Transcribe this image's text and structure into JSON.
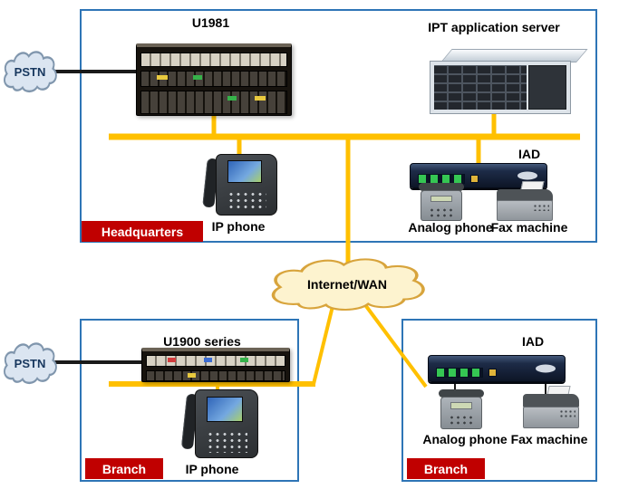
{
  "colors": {
    "wire_yellow": "#FFC000",
    "wire_black": "#1A1A1A",
    "zone_border_blue": "#2E75B6",
    "badge_bg": "#C00000",
    "badge_text": "#FFFFFF",
    "wan_cloud_fill": "#FDF3CF",
    "wan_cloud_border": "#D8A43C",
    "pstn_cloud_fill": "#DBE5F1",
    "pstn_cloud_border": "#8096AD"
  },
  "headquarters": {
    "badge_label": "Headquarters",
    "pstn_label": "PSTN",
    "pbx_label": "U1981",
    "server_label": "IPT application server",
    "ip_phone_label": "IP phone",
    "iad_label": "IAD",
    "analog_phone_label": "Analog phone",
    "fax_label": "Fax machine"
  },
  "wan": {
    "label": "Internet/WAN"
  },
  "branch_left": {
    "badge_label": "Branch",
    "pstn_label": "PSTN",
    "pbx_label": "U1900 series",
    "ip_phone_label": "IP phone"
  },
  "branch_right": {
    "badge_label": "Branch",
    "iad_label": "IAD",
    "analog_phone_label": "Analog phone",
    "fax_label": "Fax machine"
  }
}
